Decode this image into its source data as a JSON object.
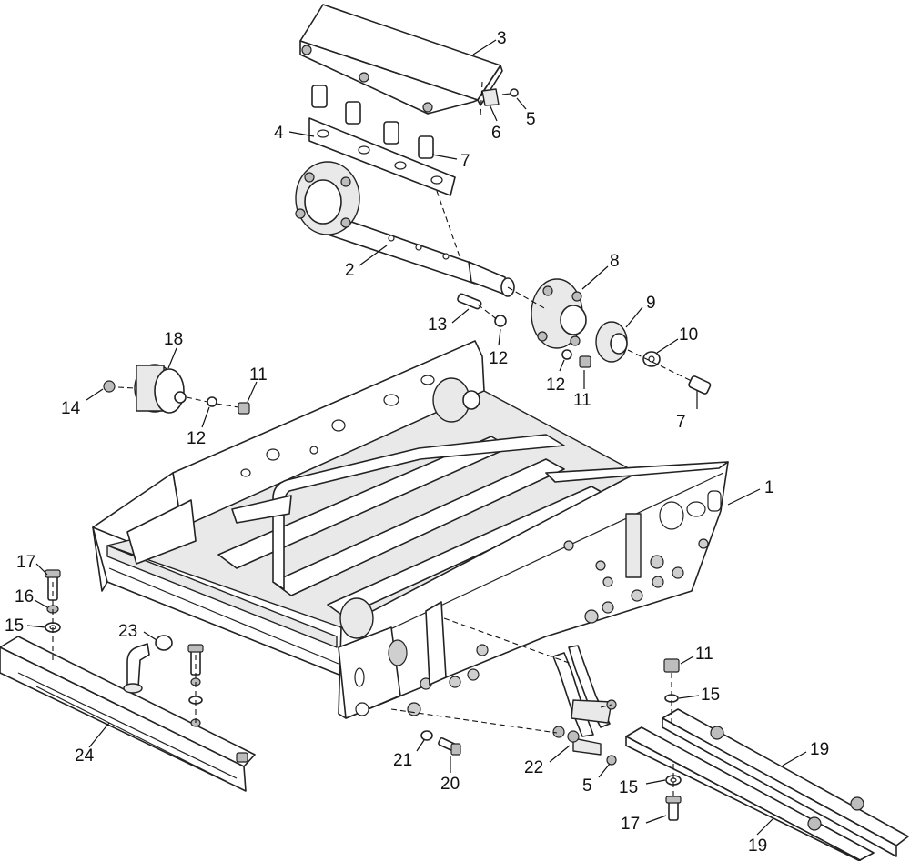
{
  "callouts": [
    {
      "id": "c3",
      "text": "3"
    },
    {
      "id": "c6",
      "text": "6"
    },
    {
      "id": "c5a",
      "text": "5"
    },
    {
      "id": "c4",
      "text": "4"
    },
    {
      "id": "c7a",
      "text": "7"
    },
    {
      "id": "c2",
      "text": "2"
    },
    {
      "id": "c8",
      "text": "8"
    },
    {
      "id": "c9",
      "text": "9"
    },
    {
      "id": "c10",
      "text": "10"
    },
    {
      "id": "c13",
      "text": "13"
    },
    {
      "id": "c12a",
      "text": "12"
    },
    {
      "id": "c12b",
      "text": "12"
    },
    {
      "id": "c11a",
      "text": "11"
    },
    {
      "id": "c7b",
      "text": "7"
    },
    {
      "id": "c18",
      "text": "18"
    },
    {
      "id": "c11b",
      "text": "11"
    },
    {
      "id": "c14",
      "text": "14"
    },
    {
      "id": "c12c",
      "text": "12"
    },
    {
      "id": "c1",
      "text": "1"
    },
    {
      "id": "c17a",
      "text": "17"
    },
    {
      "id": "c16",
      "text": "16"
    },
    {
      "id": "c15a",
      "text": "15"
    },
    {
      "id": "c23",
      "text": "23"
    },
    {
      "id": "c24",
      "text": "24"
    },
    {
      "id": "c11c",
      "text": "11"
    },
    {
      "id": "c15b",
      "text": "15"
    },
    {
      "id": "c21",
      "text": "21"
    },
    {
      "id": "c20",
      "text": "20"
    },
    {
      "id": "c22",
      "text": "22"
    },
    {
      "id": "c5b",
      "text": "5"
    },
    {
      "id": "c15c",
      "text": "15"
    },
    {
      "id": "c19a",
      "text": "19"
    },
    {
      "id": "c17b",
      "text": "17"
    },
    {
      "id": "c19b",
      "text": "19"
    }
  ]
}
